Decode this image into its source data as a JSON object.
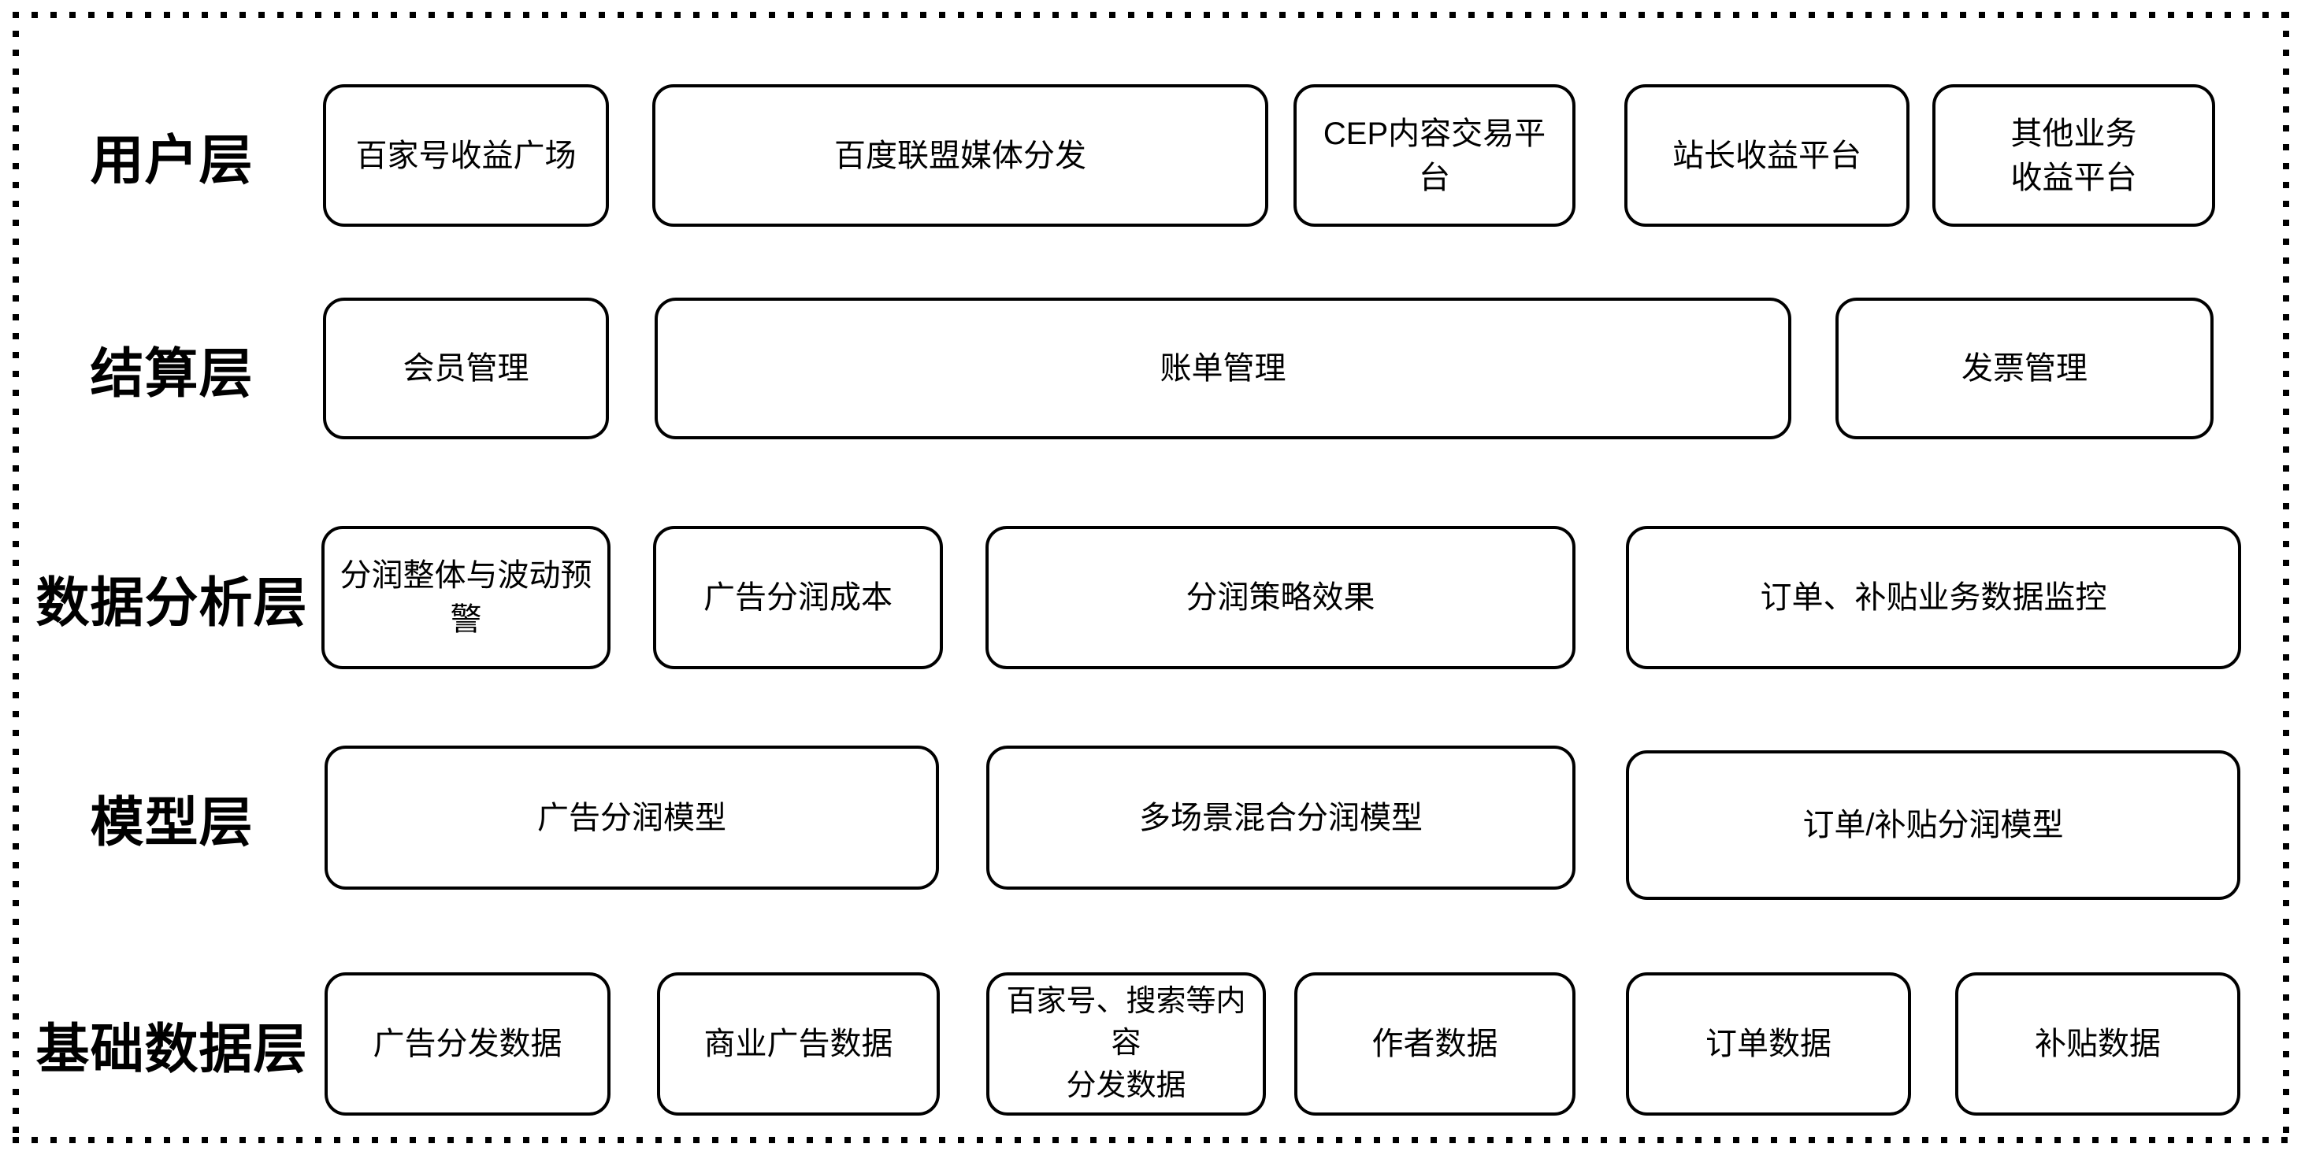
{
  "diagram": {
    "colors": {
      "ink": "#000000",
      "background": "#ffffff"
    },
    "layers": [
      {
        "label": "用户层",
        "boxes": [
          "百家号收益广场",
          "百度联盟媒体分发",
          "CEP内容交易平台",
          "站长收益平台",
          "其他业务\n收益平台"
        ]
      },
      {
        "label": "结算层",
        "boxes": [
          "会员管理",
          "账单管理",
          "发票管理"
        ]
      },
      {
        "label": "数据分析层",
        "boxes": [
          "分润整体与波动预警",
          "广告分润成本",
          "分润策略效果",
          "订单、补贴业务数据监控"
        ]
      },
      {
        "label": "模型层",
        "boxes": [
          "广告分润模型",
          "多场景混合分润模型",
          "订单/补贴分润模型"
        ]
      },
      {
        "label": "基础数据层",
        "boxes": [
          "广告分发数据",
          "商业广告数据",
          "百家号、搜索等内容\n分发数据",
          "作者数据",
          "订单数据",
          "补贴数据"
        ]
      }
    ]
  }
}
